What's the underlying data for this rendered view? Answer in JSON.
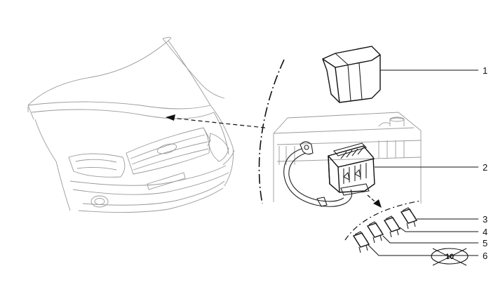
{
  "callouts": [
    {
      "id": "1",
      "part": "fuse-box-cover"
    },
    {
      "id": "2",
      "part": "fuse-box"
    },
    {
      "id": "3",
      "part": "fuse"
    },
    {
      "id": "4",
      "part": "fuse"
    },
    {
      "id": "5",
      "part": "fuse"
    },
    {
      "id": "6",
      "part": "fuse"
    }
  ],
  "fuse_rating_label": "10"
}
